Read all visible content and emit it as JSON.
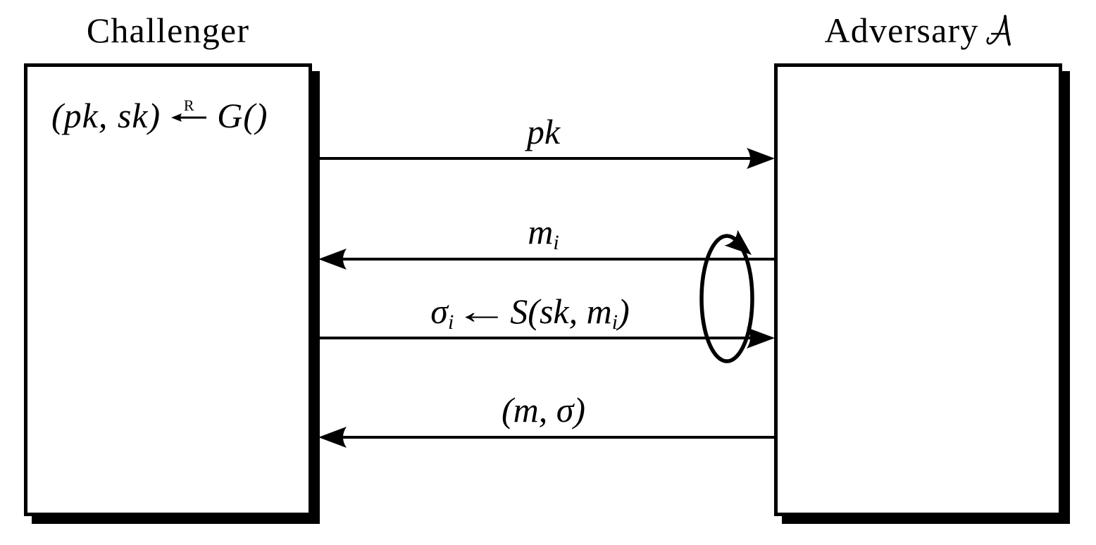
{
  "diagram": {
    "challenger": {
      "title": "Challenger",
      "keygen": {
        "lhs": "(pk, sk)",
        "arrow_symbol": "←",
        "arrow_superscript": "R",
        "rhs": "G()"
      }
    },
    "adversary": {
      "title": "Adversary",
      "symbol": "𝒜"
    },
    "messages": [
      {
        "id": "pk",
        "direction": "challenger-to-adversary",
        "text": "pk"
      },
      {
        "id": "m_i",
        "direction": "adversary-to-challenger",
        "base": "m",
        "sub": "i"
      },
      {
        "id": "sigma_i",
        "direction": "challenger-to-adversary",
        "sigma": "σ",
        "sigma_sub": "i",
        "arrow": "←",
        "func": "S(sk, m",
        "tail_sub": "i",
        "close": ")"
      },
      {
        "id": "m_sigma",
        "direction": "adversary-to-challenger",
        "text": "(m, σ)"
      }
    ]
  },
  "colors": {
    "ink": "#000000",
    "background": "#ffffff"
  }
}
